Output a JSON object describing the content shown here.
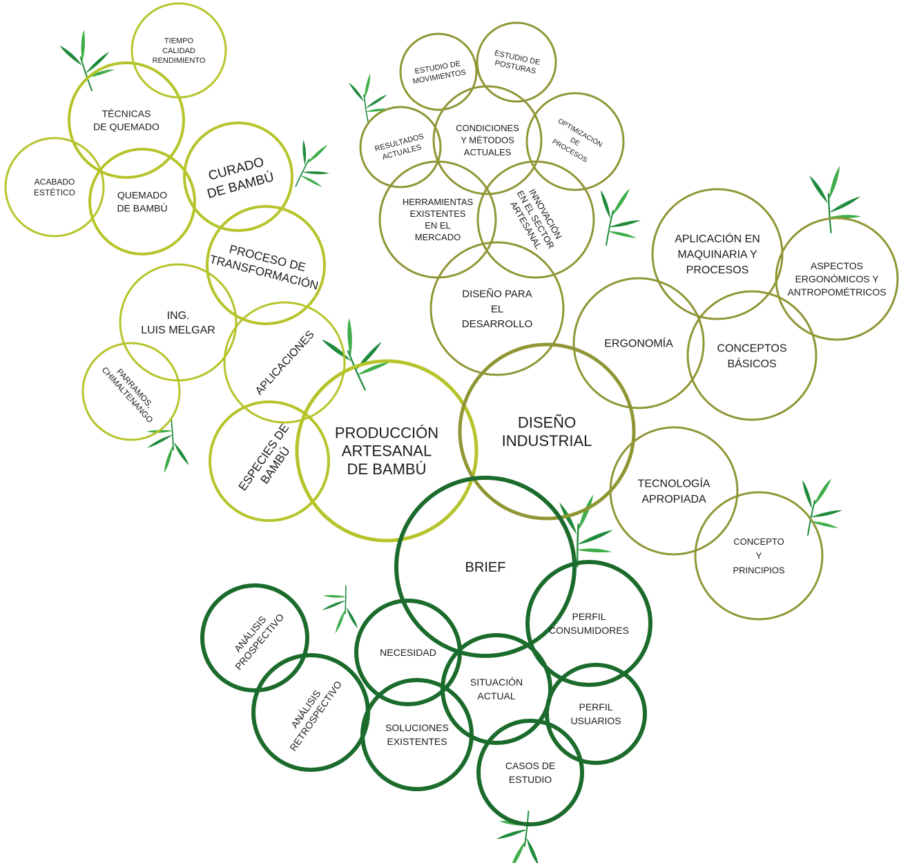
{
  "palette": {
    "lime": "#b5c42a",
    "olive": "#8f9634",
    "forest": "#1a6b2c",
    "leaf_light": "#3fae4a",
    "leaf_dark": "#1f8a3b"
  },
  "groups": [
    {
      "id": "produccion",
      "color_key": "lime",
      "nodes": [
        {
          "id": "produccion-artesanal",
          "lines": [
            "PRODUCCIÓN",
            "ARTESANAL",
            "DE BAMBÚ"
          ]
        },
        {
          "id": "tiempo-calidad",
          "lines": [
            "TIEMPO",
            "CALIDAD",
            "RENDIMIENTO"
          ]
        },
        {
          "id": "tecnicas-quemado",
          "lines": [
            "TÉCNICAS",
            "DE QUEMADO"
          ]
        },
        {
          "id": "acabado-estetico",
          "lines": [
            "ACABADO",
            "ESTÉTICO"
          ]
        },
        {
          "id": "quemado-bambu",
          "lines": [
            "QUEMADO",
            "DE BAMBÚ"
          ]
        },
        {
          "id": "curado-bambu",
          "lines": [
            "CURADO",
            "DE BAMBÚ"
          ]
        },
        {
          "id": "proceso-transformacion",
          "lines": [
            "PROCESO DE",
            "TRANSFORMACIÓN"
          ]
        },
        {
          "id": "ing-luis-melgar",
          "lines": [
            "ING.",
            "LUIS MELGAR"
          ]
        },
        {
          "id": "aplicaciones",
          "lines": [
            "APLICACIONES"
          ]
        },
        {
          "id": "parramos",
          "lines": [
            "PARRAMOS,",
            "CHIMALTENANGO"
          ]
        },
        {
          "id": "especies-bambu",
          "lines": [
            "ESPECIES DE",
            "BAMBÚ"
          ]
        }
      ]
    },
    {
      "id": "diseno",
      "color_key": "olive",
      "nodes": [
        {
          "id": "diseno-industrial",
          "lines": [
            "DISEÑO",
            "INDUSTRIAL"
          ]
        },
        {
          "id": "estudio-movimientos",
          "lines": [
            "ESTUDIO DE",
            "MOVIMIENTOS"
          ]
        },
        {
          "id": "estudio-posturas",
          "lines": [
            "ESTUDIO DE",
            "POSTURAS"
          ]
        },
        {
          "id": "resultados-actuales",
          "lines": [
            "RESULTADOS",
            "ACTUALES"
          ]
        },
        {
          "id": "condiciones-metodos",
          "lines": [
            "CONDICIONES",
            "Y MÉTODOS",
            "ACTUALES"
          ]
        },
        {
          "id": "optimizacion-procesos",
          "lines": [
            "OPTIMIZACIÓN",
            "DE",
            "PROCESOS"
          ]
        },
        {
          "id": "herramientas-existentes",
          "lines": [
            "HERRAMIENTAS",
            "EXISTENTES",
            "EN EL",
            "MERCADO"
          ]
        },
        {
          "id": "innovacion-sector",
          "lines": [
            "INNOVACIÓN",
            "EN EL SECTOR",
            "ARTESANAL"
          ]
        },
        {
          "id": "diseno-desarrollo",
          "lines": [
            "DISEÑO PARA",
            "EL",
            "DESARROLLO"
          ]
        },
        {
          "id": "aplicacion-maquinaria",
          "lines": [
            "APLICACIÓN EN",
            "MAQUINARIA Y",
            "PROCESOS"
          ]
        },
        {
          "id": "aspectos-ergonomicos",
          "lines": [
            "ASPECTOS",
            "ERGONÓMICOS Y",
            "ANTROPOMÉTRICOS"
          ]
        },
        {
          "id": "ergonomia",
          "lines": [
            "ERGONOMÍA"
          ]
        },
        {
          "id": "conceptos-basicos",
          "lines": [
            "CONCEPTOS",
            "BÁSICOS"
          ]
        },
        {
          "id": "tecnologia-apropiada",
          "lines": [
            "TECNOLOGÍA",
            "APROPIADA"
          ]
        },
        {
          "id": "concepto-principios",
          "lines": [
            "CONCEPTO",
            "Y",
            "PRINCIPIOS"
          ]
        }
      ]
    },
    {
      "id": "brief",
      "color_key": "forest",
      "nodes": [
        {
          "id": "brief",
          "lines": [
            "BRIEF"
          ]
        },
        {
          "id": "perfil-consumidores",
          "lines": [
            "PERFIL",
            "CONSUMIDORES"
          ]
        },
        {
          "id": "analisis-prospectivo",
          "lines": [
            "ANÁLISIS",
            "PROSPECTIVO"
          ]
        },
        {
          "id": "necesidad",
          "lines": [
            "NECESIDAD"
          ]
        },
        {
          "id": "situacion-actual",
          "lines": [
            "SITUACIÓN",
            "ACTUAL"
          ]
        },
        {
          "id": "analisis-retrospectivo",
          "lines": [
            "ANÁLISIS",
            "RETROSPECTIVO"
          ]
        },
        {
          "id": "perfil-usuarios",
          "lines": [
            "PERFIL",
            "USUARIOS"
          ]
        },
        {
          "id": "soluciones-existentes",
          "lines": [
            "SOLUCIONES",
            "EXISTENTES"
          ]
        },
        {
          "id": "casos-estudio",
          "lines": [
            "CASOS DE",
            "ESTUDIO"
          ]
        }
      ]
    }
  ]
}
